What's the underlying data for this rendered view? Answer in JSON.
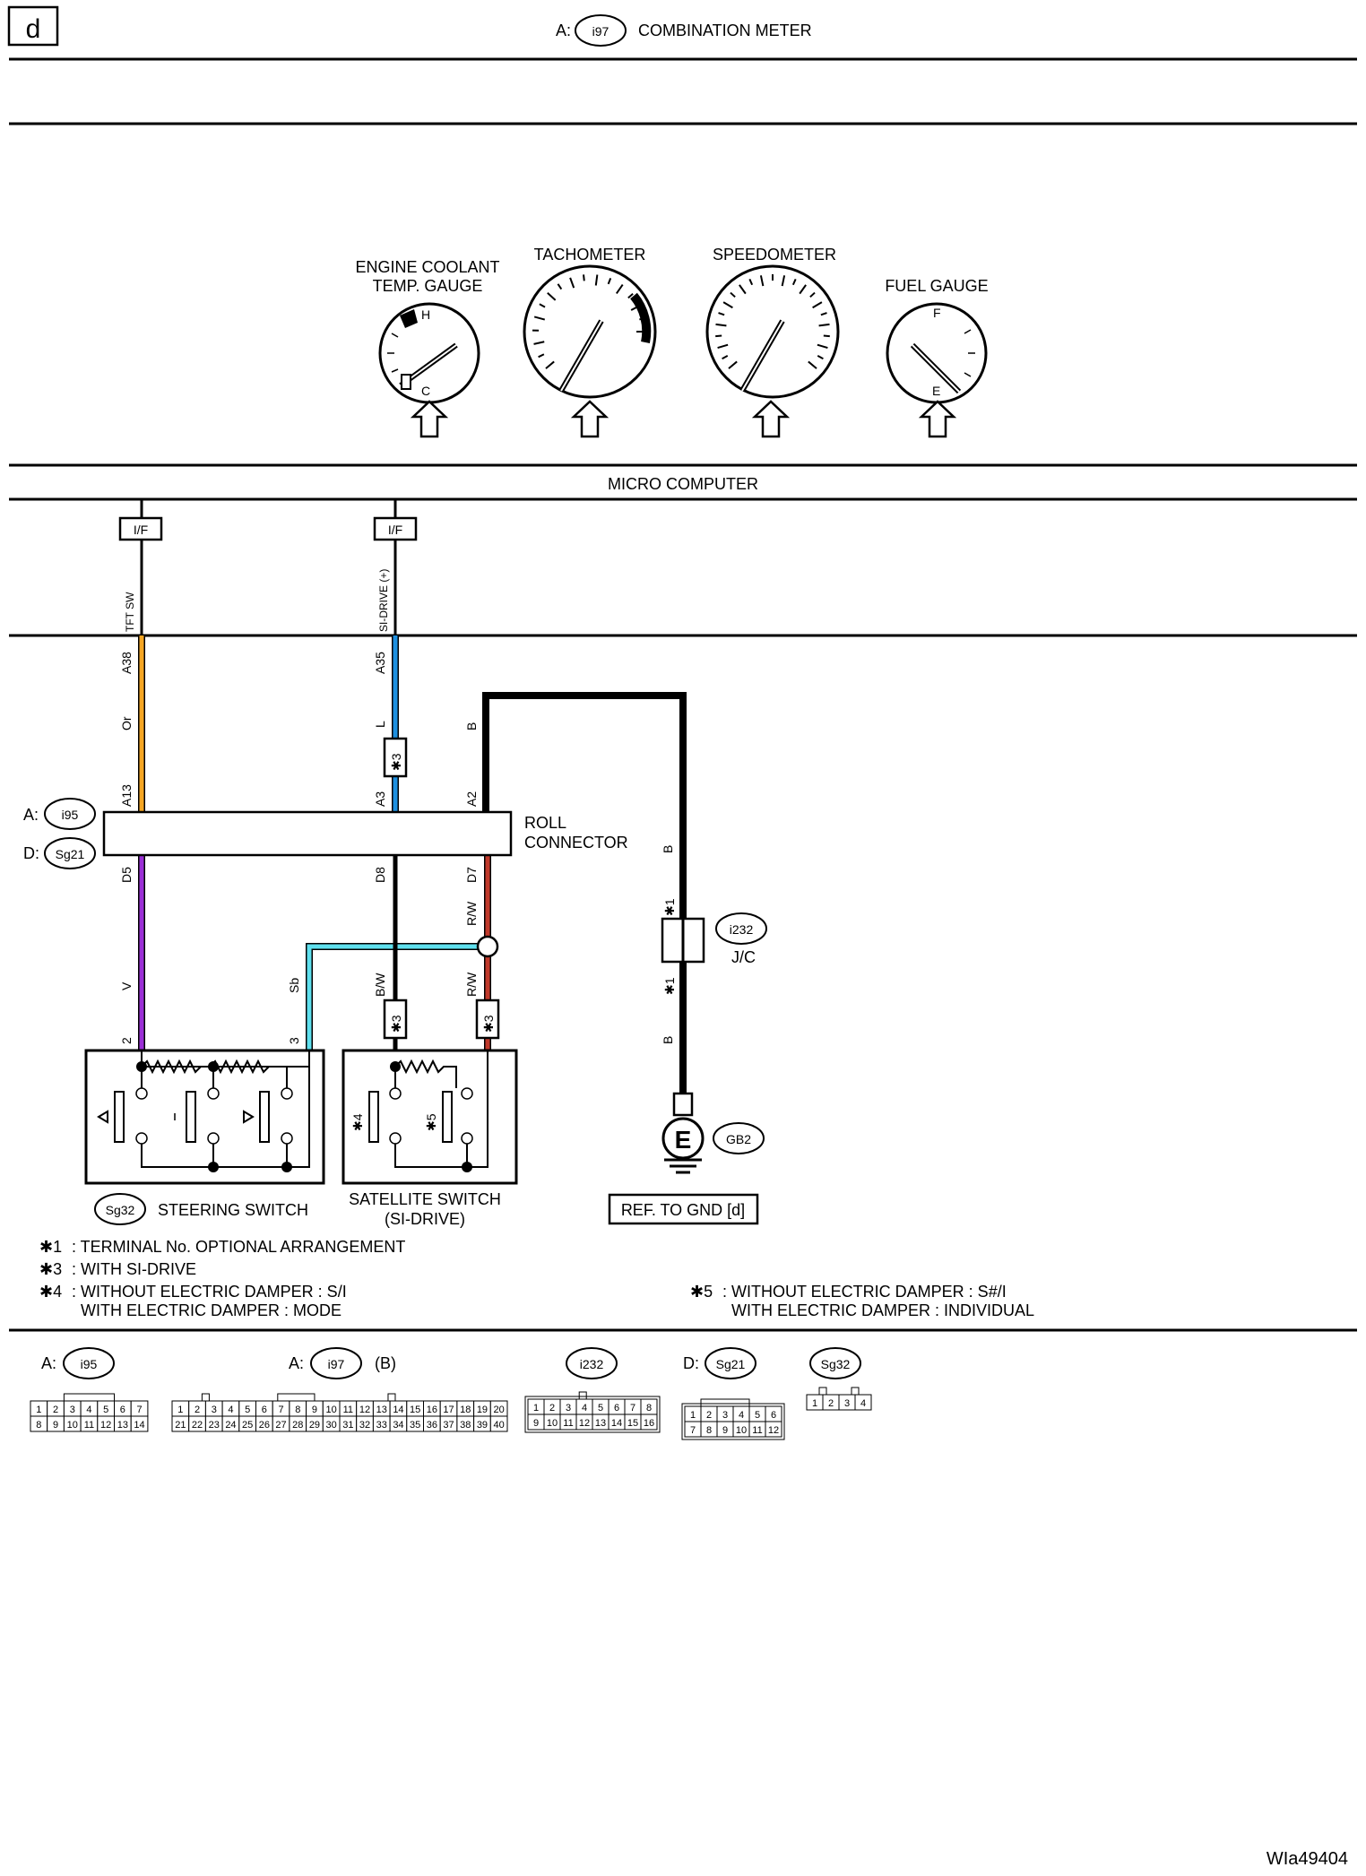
{
  "page": {
    "corner_letter": "d",
    "header_prefix": "A:",
    "header_connector": "i97",
    "header_title": "COMBINATION METER",
    "ref_code": "WIa49404"
  },
  "gauges": {
    "coolant_line1": "ENGINE COOLANT",
    "coolant_line2": "TEMP. GAUGE",
    "coolant_hot": "H",
    "coolant_cold": "C",
    "tachometer": "TACHOMETER",
    "speedometer": "SPEEDOMETER",
    "fuel": "FUEL GAUGE",
    "fuel_full": "F",
    "fuel_empty": "E"
  },
  "micro_computer": {
    "label": "MICRO COMPUTER",
    "if1": "I/F",
    "if2": "I/F",
    "sig1": "TFT SW",
    "sig2": "SI-DRIVE (+)"
  },
  "colors": {
    "orange": "#f5a623",
    "blue": "#1e90e0",
    "purple": "#9b2fd6",
    "sky": "#5fe0ee",
    "red": "#c0392b",
    "black": "#000000"
  },
  "wires": {
    "A38": "A38",
    "Or": "Or",
    "A13": "A13",
    "A35": "A35",
    "L": "L",
    "A3": "A3",
    "A2": "A2",
    "B_top": "B",
    "D5": "D5",
    "V": "V",
    "pin2": "2",
    "Sb": "Sb",
    "pin3": "3",
    "D8": "D8",
    "BW": "B/W",
    "D7": "D7",
    "RW1": "R/W",
    "RW2": "R/W",
    "B_mid": "B",
    "B_low": "B",
    "star1a": "✱1",
    "star1b": "✱1",
    "star3a": "✱3",
    "star3b": "✱3",
    "star3c": "✱3",
    "star4": "✱4",
    "star5": "✱5"
  },
  "connectors": {
    "roll_prefix_a": "A:",
    "roll_conn_a": "i95",
    "roll_prefix_d": "D:",
    "roll_conn_d": "Sg21",
    "roll_label1": "ROLL",
    "roll_label2": "CONNECTOR",
    "jc_conn": "i232",
    "jc_label": "J/C",
    "ground_conn": "GB2",
    "ground_letter": "E",
    "ref_gnd": "REF. TO GND [d]",
    "steering_conn": "Sg32",
    "steering_label": "STEERING SWITCH",
    "satellite_label1": "SATELLITE SWITCH",
    "satellite_label2": "(SI-DRIVE)"
  },
  "notes": {
    "n1_key": "✱1",
    "n1": ": TERMINAL No. OPTIONAL ARRANGEMENT",
    "n3_key": "✱3",
    "n3": ": WITH SI-DRIVE",
    "n4_key": "✱4",
    "n4a": ": WITHOUT ELECTRIC DAMPER   : S/I",
    "n4b": "WITH ELECTRIC DAMPER   : MODE",
    "n5_key": "✱5",
    "n5a": ": WITHOUT ELECTRIC DAMPER   : S#/I",
    "n5b": "WITH ELECTRIC DAMPER   : INDIVIDUAL"
  },
  "legend": {
    "i95_prefix": "A:",
    "i95": "i95",
    "i95_top": [
      "1",
      "2",
      "3",
      "4",
      "5",
      "6",
      "7"
    ],
    "i95_bot": [
      "8",
      "9",
      "10",
      "11",
      "12",
      "13",
      "14"
    ],
    "i97_prefix": "A:",
    "i97": "i97",
    "i97_suffix": "(B)",
    "i97_top": [
      "1",
      "2",
      "3",
      "4",
      "5",
      "6",
      "7",
      "8",
      "9",
      "10",
      "11",
      "12",
      "13",
      "14",
      "15",
      "16",
      "17",
      "18",
      "19",
      "20"
    ],
    "i97_bot": [
      "21",
      "22",
      "23",
      "24",
      "25",
      "26",
      "27",
      "28",
      "29",
      "30",
      "31",
      "32",
      "33",
      "34",
      "35",
      "36",
      "37",
      "38",
      "39",
      "40"
    ],
    "i232": "i232",
    "i232_top": [
      "1",
      "2",
      "3",
      "4",
      "5",
      "6",
      "7",
      "8"
    ],
    "i232_bot": [
      "9",
      "10",
      "11",
      "12",
      "13",
      "14",
      "15",
      "16"
    ],
    "sg21_prefix": "D:",
    "sg21": "Sg21",
    "sg21_top": [
      "1",
      "2",
      "3",
      "4",
      "5",
      "6"
    ],
    "sg21_bot": [
      "7",
      "8",
      "9",
      "10",
      "11",
      "12"
    ],
    "sg32": "Sg32",
    "sg32_pins": [
      "1",
      "2",
      "3",
      "4"
    ]
  }
}
